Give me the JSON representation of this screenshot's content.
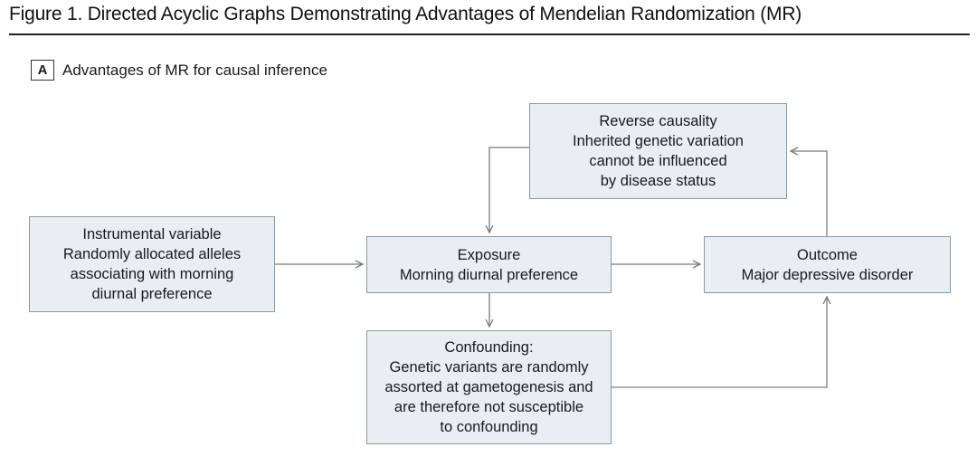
{
  "figure": {
    "title": "Figure 1. Directed Acyclic Graphs Demonstrating Advantages of Mendelian Randomization (MR)"
  },
  "panel": {
    "label": "A",
    "title": "Advantages of MR for causal inference"
  },
  "nodes": {
    "reverse_causality": {
      "title": "Reverse causality",
      "lines": [
        "Inherited genetic variation",
        "cannot be influenced",
        "by disease status"
      ]
    },
    "instrumental_variable": {
      "title": "Instrumental variable",
      "lines": [
        "Randomly allocated alleles",
        "associating with morning",
        "diurnal preference"
      ]
    },
    "exposure": {
      "title": "Exposure",
      "lines": [
        "Morning diurnal preference"
      ]
    },
    "outcome": {
      "title": "Outcome",
      "lines": [
        "Major depressive disorder"
      ]
    },
    "confounding": {
      "title": "Confounding:",
      "lines": [
        "Genetic variants are randomly",
        "assorted at gametogenesis and",
        "are therefore not susceptible",
        "to confounding"
      ]
    }
  },
  "colors": {
    "node_fill": "#e8eef1",
    "node_border": "#8c9aa3",
    "arrow": "#7a7a7a",
    "rule": "#222222"
  }
}
